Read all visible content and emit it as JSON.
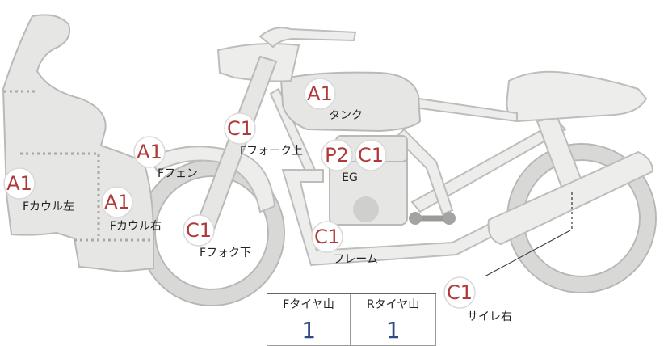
{
  "markers": [
    {
      "code": "A1",
      "label": "タンク"
    },
    {
      "code": "C1",
      "label": "Fフォーク上"
    },
    {
      "code": "A1",
      "label": "Fフェン"
    },
    {
      "code": "P2",
      "label": "EG"
    },
    {
      "code": "C1",
      "label": ""
    },
    {
      "code": "A1",
      "label": "Fカウル左"
    },
    {
      "code": "A1",
      "label": "Fカウル右"
    },
    {
      "code": "C1",
      "label": "Fフォク下"
    },
    {
      "code": "C1",
      "label": "フレーム"
    },
    {
      "code": "C1",
      "label": "サイレ右"
    }
  ],
  "tread_table": {
    "headers": [
      "Fタイヤ山",
      "Rタイヤ山"
    ],
    "values": [
      "1",
      "1"
    ]
  }
}
